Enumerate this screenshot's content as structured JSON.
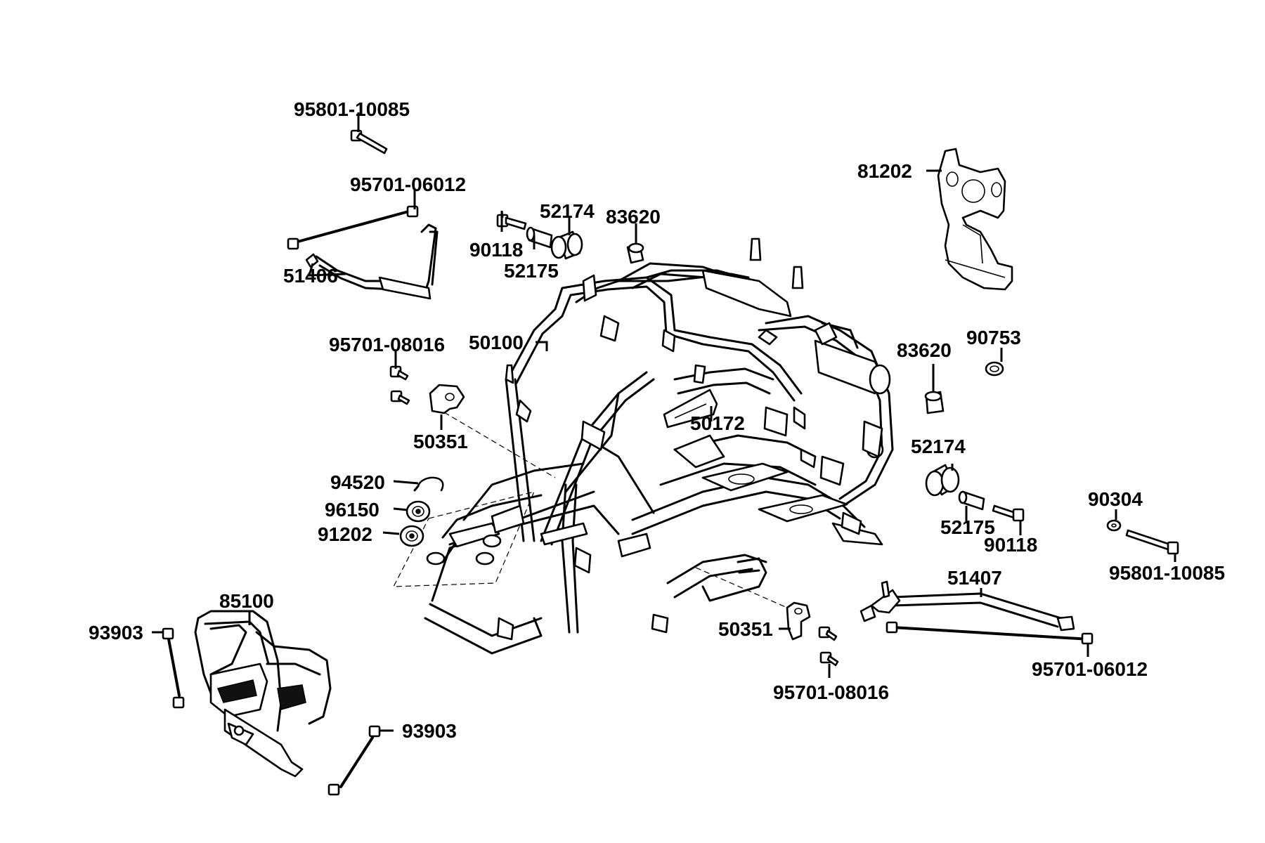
{
  "parts": {
    "p95801_10085_top": "95801-10085",
    "p95701_06012_left": "95701-06012",
    "p51406": "51406",
    "p90118_top": "90118",
    "p52174_top": "52174",
    "p52175_top": "52175",
    "p83620_top": "83620",
    "p81202": "81202",
    "p95701_08016_left": "95701-08016",
    "p50100": "50100",
    "p50172": "50172",
    "p50351_left": "50351",
    "p83620_right": "83620",
    "p90753": "90753",
    "p94520": "94520",
    "p96150": "96150",
    "p91202": "91202",
    "p52174_right": "52174",
    "p52175_right": "52175",
    "p90118_right": "90118",
    "p90304": "90304",
    "p95801_10085_right": "95801-10085",
    "p51407": "51407",
    "p85100": "85100",
    "p93903_left": "93903",
    "p93903_bottom": "93903",
    "p50351_right": "50351",
    "p95701_08016_bottom": "95701-08016",
    "p95701_06012_right": "95701-06012"
  },
  "icons": {
    "bolt": "bolt-icon",
    "bushing": "bushing-icon",
    "bearing": "bearing-icon",
    "bracket": "bracket-icon",
    "frame": "frame-icon"
  },
  "colors": {
    "line": "#000000",
    "background": "#ffffff"
  }
}
